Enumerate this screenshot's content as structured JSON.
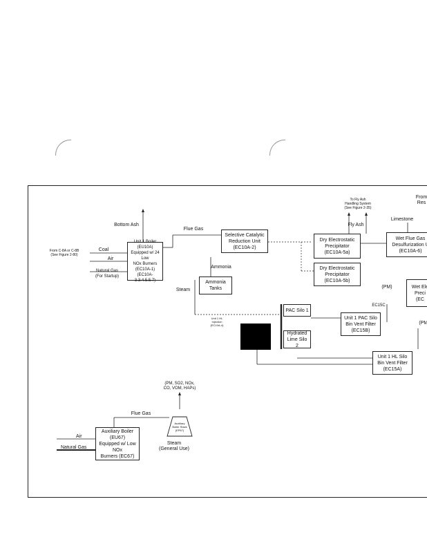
{
  "boxes": {
    "boiler": "Unit 1 Boiler\n(EU10A)\nEquipped w/ 24 Low\nNOx Burners (EC10A-1)\n(EC10A-3.3.4.5.5.7)",
    "scr": "Selective Catalytic\nReduction Unit\n(EC10A-2)",
    "ammonia_tanks": "Ammonia\nTanks",
    "esp_5a": "Dry Electrostatic\nPrecipitator\n(EC10A-5a)",
    "esp_5b": "Dry Electrostatic\nPrecipitator\n(EC10A-5b)",
    "fgd": "Wet Flue Gas\nDesulfurization U\n(EC10A-6)",
    "wet_esp": "Wet Ele\nPreci\n(EC",
    "pac_silo": "PAC Silo 1",
    "lime_silo": "Hydrated\nLime Silo 2",
    "pac_filter": "Unit 1 PAC Silo\nBin Vent Filter\n(EC15B)",
    "hl_filter": "Unit 1 HL Silo\nBin Vent Filter\n(EC15A)",
    "aux_boiler": "Auxiliary Boiler\n(EU67)\nEquipped w/ Low NOx\nBurners (EC67)"
  },
  "labels": {
    "from_ash": "To Fly Ash\nHandling System\n(See Figure 2-35)",
    "fly_ash": "Fly Ash",
    "from_res": "From Res",
    "limestone": "Limestone",
    "bottom_ash": "Bottom Ash",
    "flue_gas": "Flue Gas",
    "from_csa": "From C-8A or C-8B\n(See Figure 2-80)",
    "coal": "Coal",
    "air": "Air",
    "natural_gas": "Natural Gas\n(For Startup)",
    "ammonia": "Ammonia",
    "steam": "Steam",
    "aux_note": "Unit 1 HL\nInjection\n(EC10A-4)",
    "pm_1": "(PM)",
    "pm_2": "(PM)",
    "ec15c": "EC15C",
    "aux_emissions": "(PM, SO2, NOx,\nCO, VOM, HAPs)",
    "aux_flue_gas": "Flue Gas",
    "aux_stack": "Auxiliary\nBoiler Stack\n(EP67)",
    "aux_steam": "Steam\n(General Use)",
    "aux_air": "Air",
    "aux_natural_gas": "Natural Gas"
  }
}
